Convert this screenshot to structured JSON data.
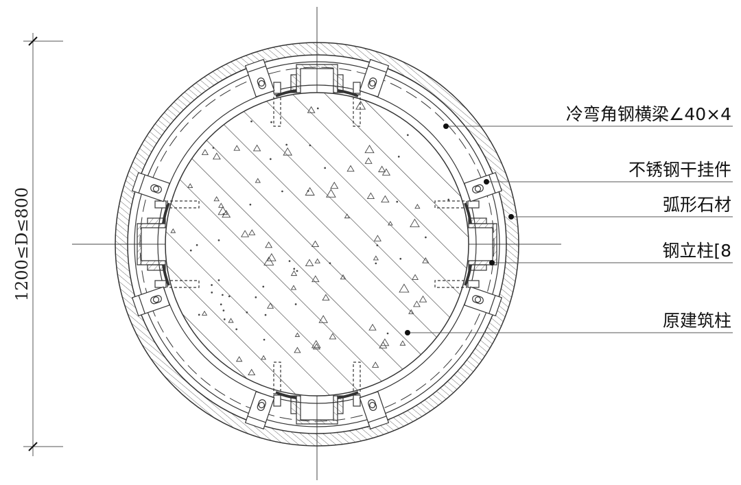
{
  "title": "圆柱石材包柱平面节点",
  "dimension": {
    "text": "1200≤D≤800"
  },
  "labels": [
    {
      "id": "angle-beam",
      "text": "冷弯角钢横梁∠40×4"
    },
    {
      "id": "hanger",
      "text": "不锈钢干挂件"
    },
    {
      "id": "stone",
      "text": "弧形石材"
    },
    {
      "id": "steel-post",
      "text": "钢立柱[8"
    },
    {
      "id": "column",
      "text": "原建筑柱"
    }
  ],
  "colors": {
    "line": "#333333",
    "hatch": "#555555"
  }
}
